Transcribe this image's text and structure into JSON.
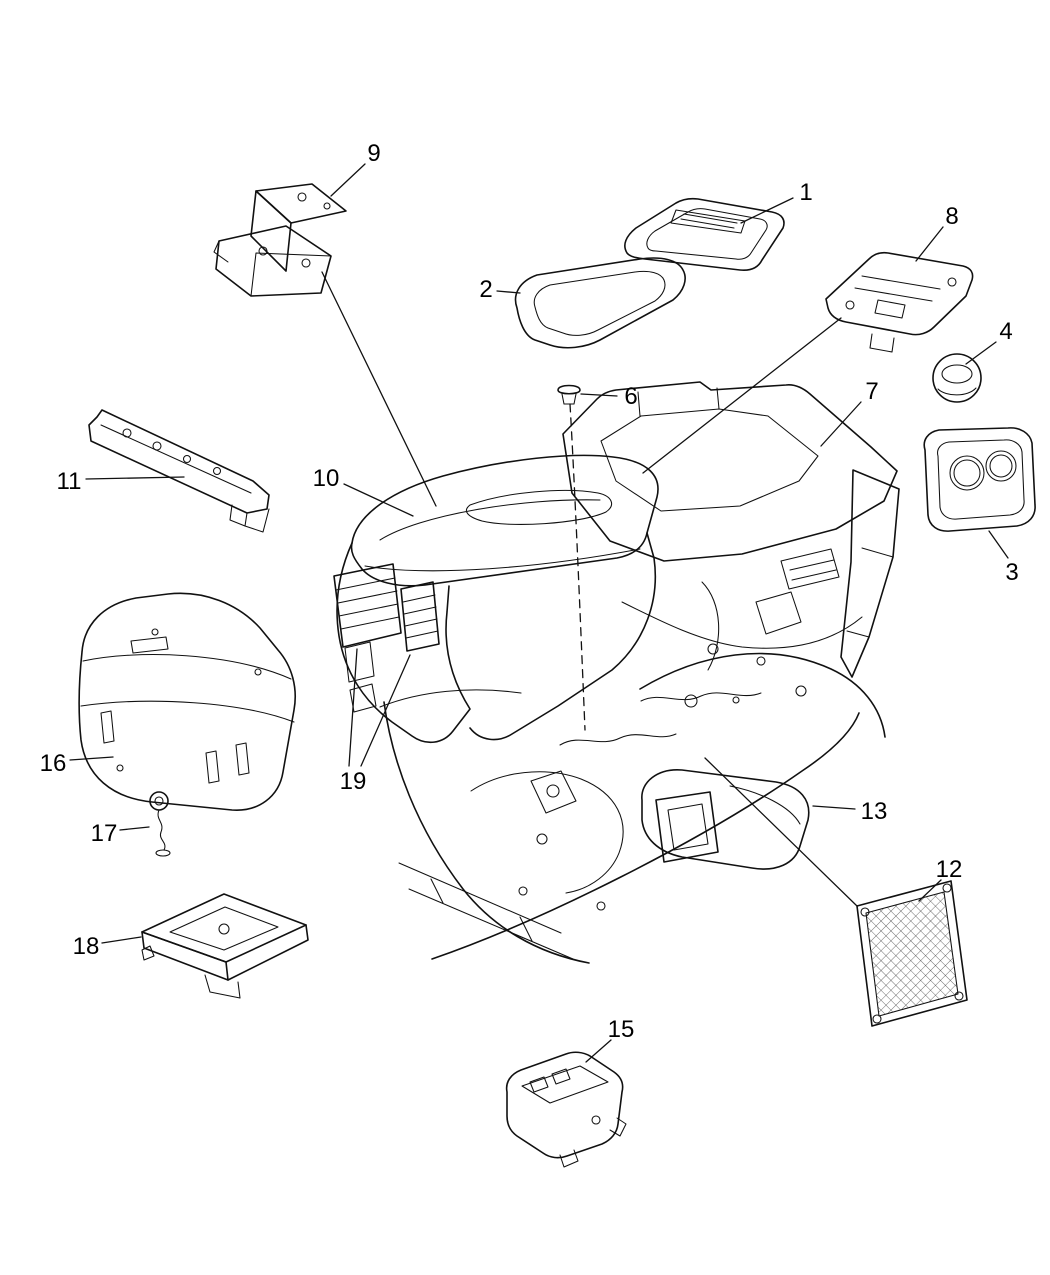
{
  "diagram": {
    "colors": {
      "background": "#ffffff",
      "line": "#111111"
    },
    "callouts": [
      {
        "label": "1"
      },
      {
        "label": "2"
      },
      {
        "label": "3"
      },
      {
        "label": "4"
      },
      {
        "label": "6"
      },
      {
        "label": "7"
      },
      {
        "label": "8"
      },
      {
        "label": "9"
      },
      {
        "label": "10"
      },
      {
        "label": "11"
      },
      {
        "label": "12"
      },
      {
        "label": "13"
      },
      {
        "label": "15"
      },
      {
        "label": "16"
      },
      {
        "label": "17"
      },
      {
        "label": "18"
      },
      {
        "label": "19"
      }
    ]
  }
}
